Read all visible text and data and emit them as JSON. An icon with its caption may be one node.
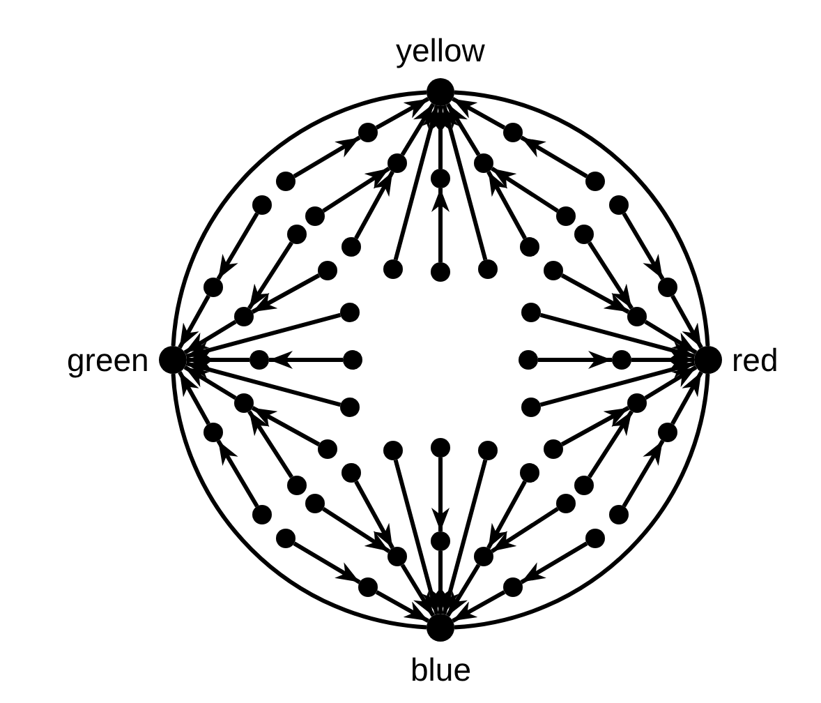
{
  "diagram": {
    "nodes": [
      {
        "text": [
          "yellow"
        ]
      },
      {
        "text": [
          "green"
        ]
      },
      {
        "text": [
          "red"
        ]
      },
      {
        "text": [
          "blue"
        ]
      },
      {
        "text": [],
        "shape": "circle"
      },
      {
        "text": [],
        "shape": "circle"
      },
      {
        "text": [],
        "shape": "circle"
      },
      {
        "text": [],
        "shape": "circle"
      },
      {
        "text": [],
        "shape": "circle"
      },
      {
        "text": [],
        "shape": "circle"
      },
      {
        "text": [],
        "shape": "circle"
      },
      {
        "text": [],
        "shape": "circle"
      },
      {
        "text": [],
        "shape": "circle"
      },
      {
        "text": [],
        "shape": "circle"
      },
      {
        "text": [],
        "shape": "circle"
      },
      {
        "text": [],
        "shape": "circle"
      },
      {
        "text": [],
        "shape": "circle"
      },
      {
        "text": [],
        "shape": "circle"
      },
      {
        "text": [],
        "shape": "circle"
      },
      {
        "text": [],
        "shape": "circle"
      },
      {
        "text": [],
        "shape": "circle"
      },
      {
        "text": [],
        "shape": "circle"
      },
      {
        "text": [],
        "shape": "circle"
      },
      {
        "text": [],
        "shape": "circle"
      },
      {
        "text": [],
        "shape": "circle"
      },
      {
        "text": [],
        "shape": "circle"
      },
      {
        "text": [],
        "shape": "circle"
      },
      {
        "text": [],
        "shape": "circle"
      },
      {
        "text": [],
        "shape": "circle"
      },
      {
        "text": [],
        "shape": "circle"
      },
      {
        "text": [],
        "shape": "circle"
      },
      {
        "text": [],
        "shape": "circle"
      },
      {
        "text": [],
        "shape": "circle"
      },
      {
        "text": [],
        "shape": "circle"
      },
      {
        "text": [],
        "shape": "circle"
      },
      {
        "text": [],
        "shape": "circle"
      },
      {
        "text": [],
        "shape": "circle"
      },
      {
        "text": [],
        "shape": "circle"
      },
      {
        "text": [],
        "shape": "circle"
      },
      {
        "text": [],
        "shape": "circle"
      },
      {
        "text": [],
        "shape": "circle"
      },
      {
        "text": [],
        "shape": "circle"
      },
      {
        "text": [],
        "shape": "circle"
      },
      {
        "text": [],
        "shape": "circle"
      },
      {
        "text": [],
        "shape": "circle"
      },
      {
        "text": [],
        "shape": "circle"
      },
      {
        "text": [],
        "shape": "circle"
      },
      {
        "text": [],
        "shape": "circle"
      },
      {
        "text": [],
        "shape": "circle"
      },
      {
        "text": [],
        "shape": "circle"
      },
      {
        "text": [],
        "shape": "circle"
      },
      {
        "text": [],
        "shape": "circle"
      },
      {
        "text": [],
        "shape": "circle"
      },
      {
        "text": [],
        "shape": "circle"
      },
      {
        "text": [],
        "shape": "circle"
      },
      {
        "text": [],
        "shape": "circle"
      },
      {
        "text": [],
        "shape": "circle"
      },
      {
        "text": [],
        "shape": "circle"
      },
      {
        "text": [],
        "shape": "circle"
      },
      {
        "text": [],
        "shape": "circle"
      }
    ],
    "edges": [
      {
        "from": 4,
        "to": 5,
        "arrow": "to"
      },
      {
        "from": 5,
        "to": 0,
        "arrow": "to"
      },
      {
        "from": 6,
        "to": 7,
        "arrow": "to"
      },
      {
        "from": 8,
        "to": 7,
        "arrow": "to"
      },
      {
        "from": 7,
        "to": 0,
        "arrow": "to"
      },
      {
        "from": 9,
        "to": 0,
        "arrow": "to"
      },
      {
        "from": 10,
        "to": 11,
        "arrow": "to"
      },
      {
        "from": 11,
        "to": 0,
        "arrow": "to"
      },
      {
        "from": 12,
        "to": 13,
        "arrow": "to"
      },
      {
        "from": 13,
        "to": 0,
        "arrow": "to"
      },
      {
        "from": 14,
        "to": 15,
        "arrow": "to"
      },
      {
        "from": 16,
        "to": 15,
        "arrow": "to"
      },
      {
        "from": 15,
        "to": 0,
        "arrow": "to"
      },
      {
        "from": 17,
        "to": 0,
        "arrow": "to"
      },
      {
        "from": 18,
        "to": 19,
        "arrow": "to"
      },
      {
        "from": 19,
        "to": 1,
        "arrow": "to"
      },
      {
        "from": 20,
        "to": 21,
        "arrow": "to"
      },
      {
        "from": 22,
        "to": 21,
        "arrow": "to"
      },
      {
        "from": 21,
        "to": 1,
        "arrow": "to"
      },
      {
        "from": 23,
        "to": 1,
        "arrow": "to"
      },
      {
        "from": 24,
        "to": 25,
        "arrow": "to"
      },
      {
        "from": 25,
        "to": 1,
        "arrow": "to"
      },
      {
        "from": 26,
        "to": 27,
        "arrow": "to"
      },
      {
        "from": 27,
        "to": 1,
        "arrow": "to"
      },
      {
        "from": 28,
        "to": 29,
        "arrow": "to"
      },
      {
        "from": 30,
        "to": 29,
        "arrow": "to"
      },
      {
        "from": 29,
        "to": 1,
        "arrow": "to"
      },
      {
        "from": 31,
        "to": 1,
        "arrow": "to"
      },
      {
        "from": 32,
        "to": 33,
        "arrow": "to"
      },
      {
        "from": 33,
        "to": 2,
        "arrow": "to"
      },
      {
        "from": 34,
        "to": 35,
        "arrow": "to"
      },
      {
        "from": 36,
        "to": 35,
        "arrow": "to"
      },
      {
        "from": 35,
        "to": 2,
        "arrow": "to"
      },
      {
        "from": 37,
        "to": 2,
        "arrow": "to"
      },
      {
        "from": 38,
        "to": 39,
        "arrow": "to"
      },
      {
        "from": 39,
        "to": 2,
        "arrow": "to"
      },
      {
        "from": 40,
        "to": 41,
        "arrow": "to"
      },
      {
        "from": 41,
        "to": 2,
        "arrow": "to"
      },
      {
        "from": 42,
        "to": 43,
        "arrow": "to"
      },
      {
        "from": 44,
        "to": 43,
        "arrow": "to"
      },
      {
        "from": 43,
        "to": 2,
        "arrow": "to"
      },
      {
        "from": 45,
        "to": 2,
        "arrow": "to"
      },
      {
        "from": 46,
        "to": 47,
        "arrow": "to"
      },
      {
        "from": 47,
        "to": 3,
        "arrow": "to"
      },
      {
        "from": 48,
        "to": 49,
        "arrow": "to"
      },
      {
        "from": 50,
        "to": 49,
        "arrow": "to"
      },
      {
        "from": 49,
        "to": 3,
        "arrow": "to"
      },
      {
        "from": 51,
        "to": 3,
        "arrow": "to"
      },
      {
        "from": 52,
        "to": 53,
        "arrow": "to"
      },
      {
        "from": 53,
        "to": 3,
        "arrow": "to"
      },
      {
        "from": 54,
        "to": 55,
        "arrow": "to"
      },
      {
        "from": 55,
        "to": 3,
        "arrow": "to"
      },
      {
        "from": 56,
        "to": 57,
        "arrow": "to"
      },
      {
        "from": 58,
        "to": 57,
        "arrow": "to"
      },
      {
        "from": 57,
        "to": 3,
        "arrow": "to"
      },
      {
        "from": 59,
        "to": 3,
        "arrow": "to"
      },
      {
        "from": 0,
        "to": 2,
        "arrow": "none"
      },
      {
        "from": 2,
        "to": 3,
        "arrow": "none"
      },
      {
        "from": 3,
        "to": 1,
        "arrow": "none"
      },
      {
        "from": 1,
        "to": 0,
        "arrow": "none"
      }
    ]
  }
}
